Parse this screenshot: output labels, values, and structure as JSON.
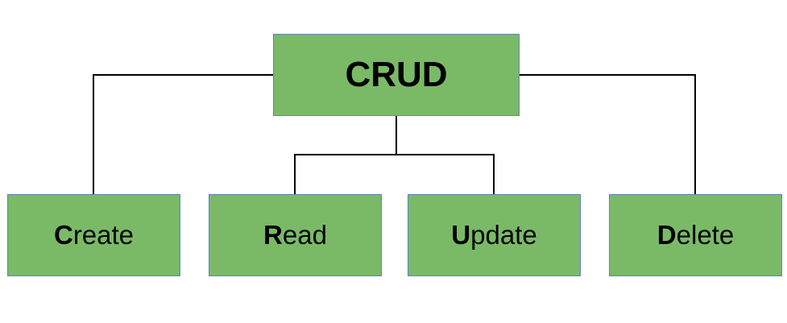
{
  "diagram": {
    "root": {
      "label": "CRUD"
    },
    "children": [
      {
        "initial": "C",
        "rest": "reate"
      },
      {
        "initial": "R",
        "rest": "ead"
      },
      {
        "initial": "U",
        "rest": "pdate"
      },
      {
        "initial": "D",
        "rest": "elete"
      }
    ],
    "colors": {
      "box_fill": "#7aba67",
      "box_border": "#5b86b8",
      "connector": "#000000",
      "text": "#000000"
    }
  }
}
